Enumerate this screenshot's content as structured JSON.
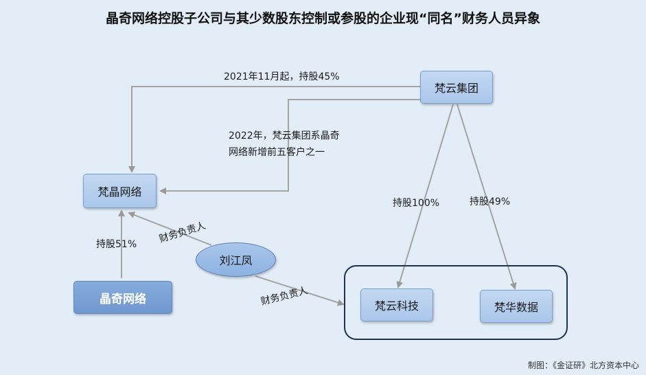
{
  "title": "晶奇网络控股子公司与其少数股东控制或参股的企业现“同名”财务人员异象",
  "nodes": {
    "fanyun_group": "梵云集团",
    "fanjing_network": "梵晶网络",
    "jingqi_network": "晶奇网络",
    "liu_jiangfeng": "刘江凤",
    "fanyun_tech": "梵云科技",
    "fanhua_data": "梵华数据"
  },
  "edges": {
    "since_2021": "2021年11月起，持股45%",
    "top5_customer_line1": "2022年，梵云集团系晶奇",
    "top5_customer_line2": "网络新增前五客户之一",
    "holds_100": "持股100%",
    "holds_49": "持股49%",
    "holds_51": "持股51%",
    "finance_head_1": "财务负责人",
    "finance_head_2": "财务负责人"
  },
  "footer": "制图：《金证研》北方资本中心"
}
